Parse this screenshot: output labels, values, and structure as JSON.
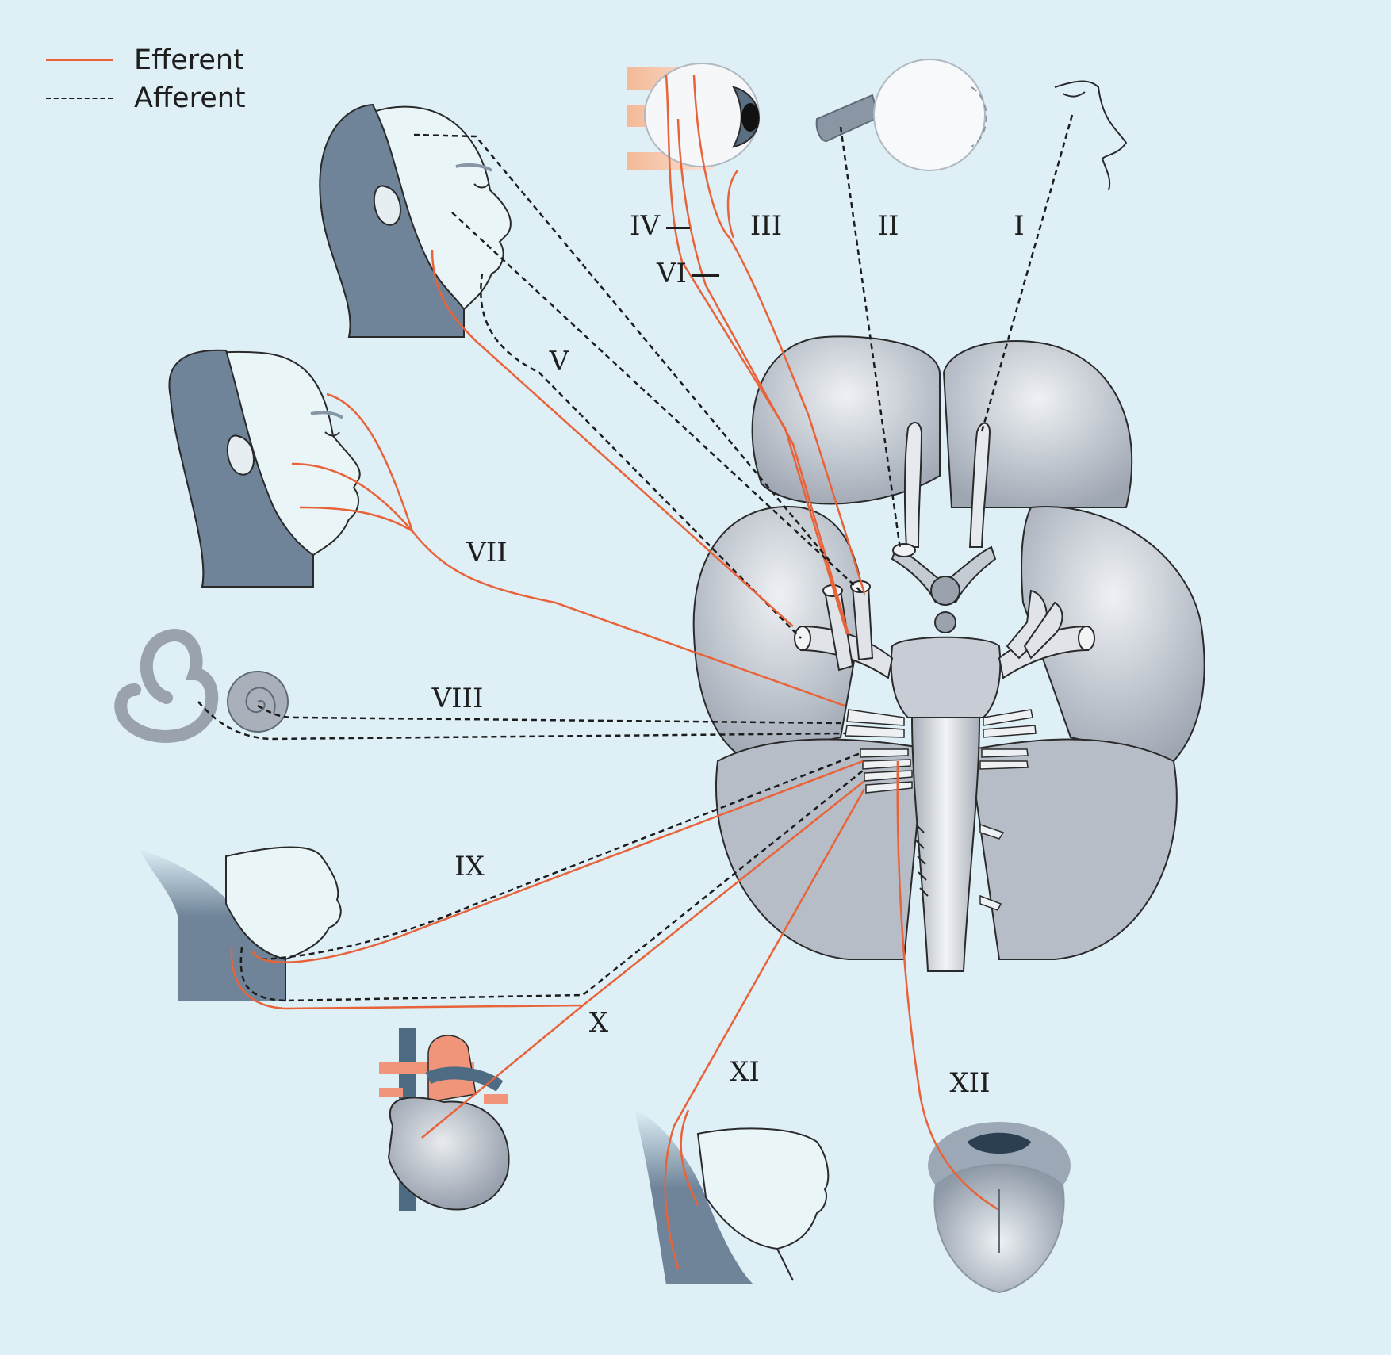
{
  "legend": {
    "efferent": "Efferent",
    "afferent": "Afferent"
  },
  "nerve_labels": {
    "I": "I",
    "II": "II",
    "III": "III",
    "IV": "IV",
    "V": "V",
    "VI": "VI",
    "VII": "VII",
    "VIII": "VIII",
    "IX": "IX",
    "X": "X",
    "XI": "XI",
    "XII": "XII"
  },
  "colors": {
    "background": "#deeff6",
    "efferent": "#e8633a",
    "afferent": "#1c1c1c",
    "brain_gray": "#b9bfc8",
    "skin_dark": "#6f8499",
    "skin_light": "#eaf5f8",
    "heart_orange": "#f0957a",
    "heart_blue": "#4d6b82"
  }
}
